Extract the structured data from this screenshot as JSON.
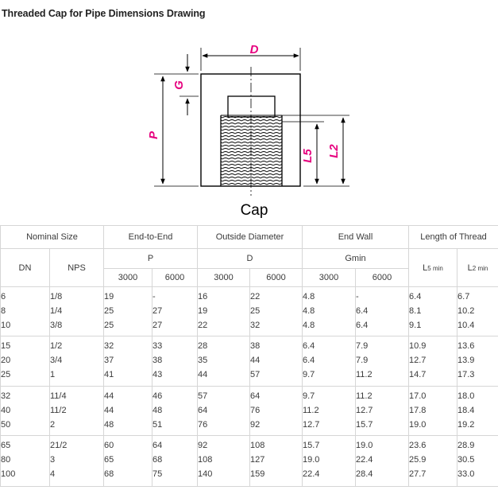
{
  "page_title": "Threaded Cap for Pipe Dimensions Drawing",
  "drawing": {
    "labels": {
      "d": "D",
      "g": "G",
      "p": "P",
      "l5": "L5",
      "l2": "L2",
      "caption": "Cap"
    },
    "accent_color": "#e6007e"
  },
  "table": {
    "headers": {
      "nominal_size": "Nominal Size",
      "end_to_end": "End-to-End",
      "outside_diameter": "Outside Diameter",
      "end_wall": "End Wall",
      "length_of_thread": "Length of Thread",
      "dn": "DN",
      "nps": "NPS",
      "p": "P",
      "d": "D",
      "gmin": "Gmin",
      "l5min_main": "L",
      "l5min_sub": "5 min",
      "l2min_main": "L",
      "l2min_sub": "2 min",
      "c3000_a": "3000",
      "c6000_a": "6000",
      "c3000_b": "3000",
      "c6000_b": "6000",
      "c3000_c": "3000",
      "c6000_c": "6000"
    },
    "rows": [
      {
        "dn": "6",
        "nps": "1/8",
        "p3": "19",
        "p6": "-",
        "d3": "16",
        "d6": "22",
        "g3": "4.8",
        "g6": "-",
        "l5": "6.4",
        "l2": "6.7"
      },
      {
        "dn": "8",
        "nps": "1/4",
        "p3": "25",
        "p6": "27",
        "d3": "19",
        "d6": "25",
        "g3": "4.8",
        "g6": "6.4",
        "l5": "8.1",
        "l2": "10.2"
      },
      {
        "dn": "10",
        "nps": "3/8",
        "p3": "25",
        "p6": "27",
        "d3": "22",
        "d6": "32",
        "g3": "4.8",
        "g6": "6.4",
        "l5": "9.1",
        "l2": "10.4"
      },
      {
        "dn": "15",
        "nps": "1/2",
        "p3": "32",
        "p6": "33",
        "d3": "28",
        "d6": "38",
        "g3": "6.4",
        "g6": "7.9",
        "l5": "10.9",
        "l2": "13.6"
      },
      {
        "dn": "20",
        "nps": "3/4",
        "p3": "37",
        "p6": "38",
        "d3": "35",
        "d6": "44",
        "g3": "6.4",
        "g6": "7.9",
        "l5": "12.7",
        "l2": "13.9"
      },
      {
        "dn": "25",
        "nps": "1",
        "p3": "41",
        "p6": "43",
        "d3": "44",
        "d6": "57",
        "g3": "9.7",
        "g6": "11.2",
        "l5": "14.7",
        "l2": "17.3"
      },
      {
        "dn": "32",
        "nps": "11/4",
        "p3": "44",
        "p6": "46",
        "d3": "57",
        "d6": "64",
        "g3": "9.7",
        "g6": "11.2",
        "l5": "17.0",
        "l2": "18.0"
      },
      {
        "dn": "40",
        "nps": "11/2",
        "p3": "44",
        "p6": "48",
        "d3": "64",
        "d6": "76",
        "g3": "11.2",
        "g6": "12.7",
        "l5": "17.8",
        "l2": "18.4"
      },
      {
        "dn": "50",
        "nps": "2",
        "p3": "48",
        "p6": "51",
        "d3": "76",
        "d6": "92",
        "g3": "12.7",
        "g6": "15.7",
        "l5": "19.0",
        "l2": "19.2"
      },
      {
        "dn": "65",
        "nps": "21/2",
        "p3": "60",
        "p6": "64",
        "d3": "92",
        "d6": "108",
        "g3": "15.7",
        "g6": "19.0",
        "l5": "23.6",
        "l2": "28.9"
      },
      {
        "dn": "80",
        "nps": "3",
        "p3": "65",
        "p6": "68",
        "d3": "108",
        "d6": "127",
        "g3": "19.0",
        "g6": "22.4",
        "l5": "25.9",
        "l2": "30.5"
      },
      {
        "dn": "100",
        "nps": "4",
        "p3": "68",
        "p6": "75",
        "d3": "140",
        "d6": "159",
        "g3": "22.4",
        "g6": "28.4",
        "l5": "27.7",
        "l2": "33.0"
      }
    ]
  }
}
